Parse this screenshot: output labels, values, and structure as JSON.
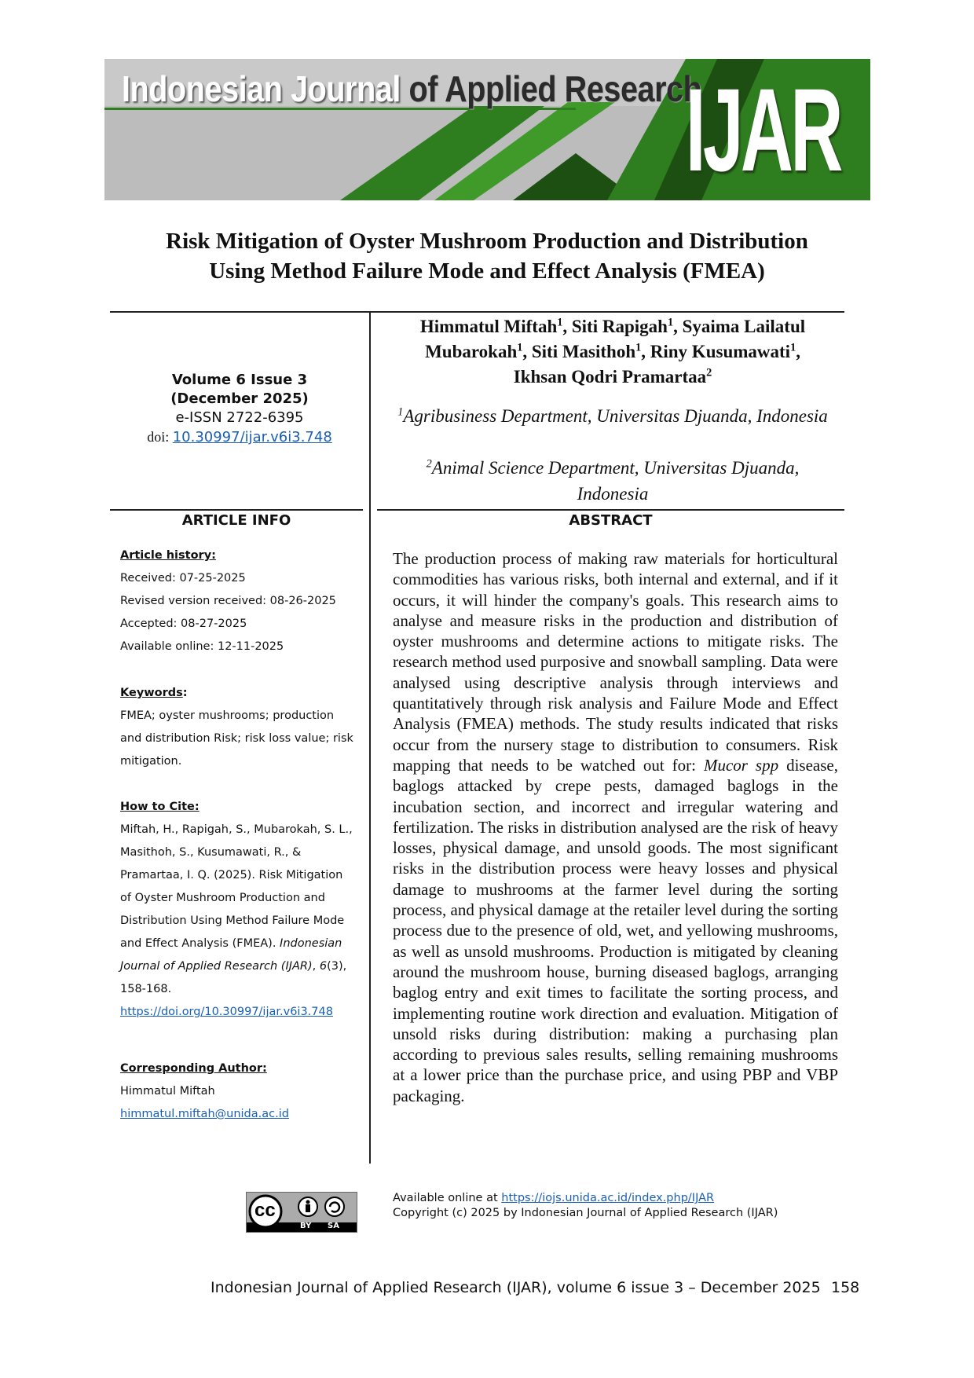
{
  "banner": {
    "title_part1": "Indonesian Journal",
    "title_part2": " of Applied Research",
    "logo_text": "IJAR",
    "colors": {
      "green": "#2e7d1f",
      "dark_green": "#1d4f12"
    }
  },
  "title": {
    "line1": "Risk Mitigation of Oyster Mushroom Production and Distribution",
    "line2": "Using Method Failure Mode and Effect Analysis (FMEA)"
  },
  "authors": {
    "a1": "Himmatul Miftah",
    "a1_sup": "1",
    "a2": ", Siti Rapigah",
    "a2_sup": "1",
    "a3": ", Syaima Lailatul Mubarokah",
    "a3_sup": "1",
    "a4": ", Siti Masithoh",
    "a4_sup": "1",
    "a5": ", Riny Kusumawati",
    "a5_sup": "1",
    "a6": ", Ikhsan Qodri Pramartaa",
    "a6_sup": "2"
  },
  "affiliations": [
    {
      "sup": "1",
      "text": "Agribusiness Department, Universitas Djuanda, Indonesia"
    },
    {
      "sup": "2",
      "text": "Animal Science Department, Universitas Djuanda, Indonesia"
    }
  ],
  "volume": {
    "line1": "Volume 6 Issue 3",
    "line2": "(December 2025)",
    "issn": "e-ISSN 2722-6395",
    "doi_label": "doi: ",
    "doi_link": "10.30997/ijar.v6i3.748"
  },
  "article_info": {
    "heading": "ARTICLE INFO",
    "history_label": "Article history:",
    "received": "Received: 07-25-2025",
    "revised": "Revised version received: 08-26-2025",
    "accepted": "Accepted: 08-27-2025",
    "available": "Available online: 12-11-2025",
    "keywords_label": "Keywords",
    "keywords_colon": ":",
    "keywords": "FMEA; oyster mushrooms; production and distribution Risk; risk loss value; risk mitigation.",
    "cite_label": "How to Cite:",
    "cite_text": "Miftah, H., Rapigah, S., Mubarokah, S. L., Masithoh, S., Kusumawati, R., & Pramartaa, I. Q. (2025). Risk Mitigation of Oyster Mushroom Production and Distribution Using Method Failure Mode and Effect Analysis (FMEA). ",
    "cite_journal": "Indonesian Journal of Applied Research (IJAR)",
    "cite_comma": ", ",
    "cite_vol": "6",
    "cite_tail": "(3), 158-168.",
    "cite_link": "https://doi.org/10.30997/ijar.v6i3.748",
    "corr_label": "Corresponding Author:",
    "corr_name": "Himmatul Miftah",
    "corr_email": "himmatul.miftah@unida.ac.id"
  },
  "abstract": {
    "heading": "ABSTRACT",
    "part1": "The production process of making raw materials for horticultural commodities has various risks, both internal and external, and if it occurs, it will hinder the company's goals. This research aims to analyse and measure risks in the production and distribution of oyster mushrooms and determine actions to mitigate risks. The research method used purposive and snowball sampling. Data were analysed using descriptive analysis through interviews and quantitatively through risk analysis and Failure Mode and Effect Analysis (FMEA) methods. The study results indicated that risks occur from the nursery stage to distribution to consumers. Risk mapping that needs to be watched out for: ",
    "italic": "Mucor spp",
    "part2": " disease, baglogs attacked by crepe pests, damaged baglogs in the incubation section, and incorrect and irregular watering and fertilization. The risks in distribution analysed are the risk of heavy losses, physical damage, and unsold goods. The most significant risks in the distribution process were heavy losses and physical damage to mushrooms at the farmer level during the sorting process, and physical damage at the retailer level during the sorting process due to the presence of old, wet, and yellowing mushrooms, as well as unsold mushrooms. Production is mitigated by cleaning around the mushroom house, burning diseased baglogs, arranging baglog entry and exit times to facilitate the sorting process, and implementing routine work direction and evaluation. Mitigation of unsold risks during distribution: making a purchasing plan according to previous sales results, selling remaining mushrooms at a lower price than the purchase price, and using PBP and VBP packaging."
  },
  "license": {
    "cc_text": "cc",
    "by": "BY",
    "sa": "SA",
    "available_label": "Available online at ",
    "available_link": "https://iojs.unida.ac.id/index.php/IJAR",
    "copyright": "Copyright (c) 2025 by Indonesian Journal of Applied Research (IJAR)"
  },
  "footer": {
    "text": "Indonesian Journal of Applied Research (IJAR), volume 6 issue 3 – December 2025",
    "page": "158"
  }
}
